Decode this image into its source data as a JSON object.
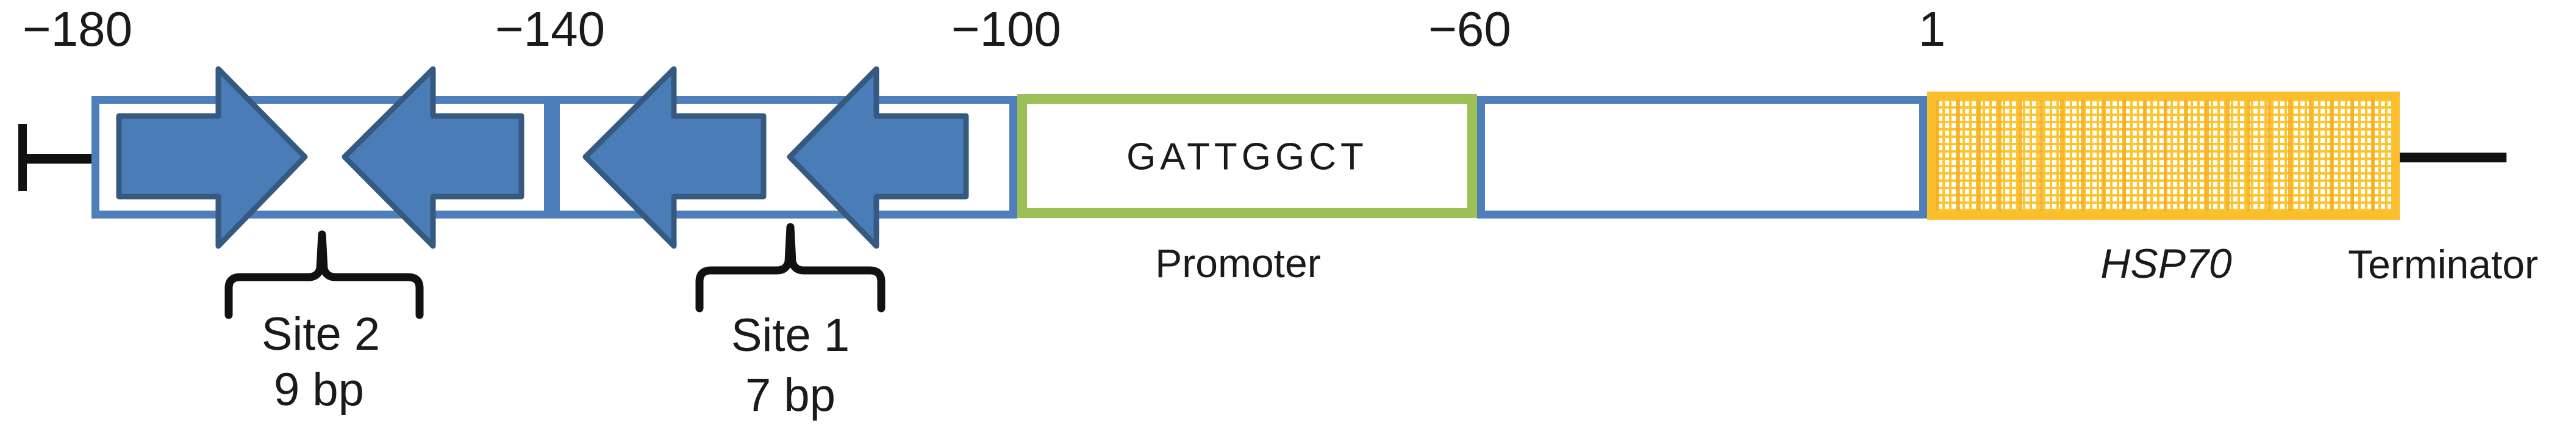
{
  "diagram": {
    "title_context": "Promoter region construct map",
    "position_labels": [
      {
        "text": "−180"
      },
      {
        "text": "−140"
      },
      {
        "text": "−100"
      },
      {
        "text": "−60"
      },
      {
        "text": "1"
      }
    ],
    "promoter": {
      "sequence": "GATTGGCT",
      "label": "Promoter"
    },
    "gene_label": "HSP70",
    "terminator_label": "Terminator",
    "sites": [
      {
        "name": "Site 2",
        "length": "9 bp",
        "arrow_directions": [
          "right",
          "left"
        ]
      },
      {
        "name": "Site 1",
        "length": "7 bp",
        "arrow_directions": [
          "left",
          "left"
        ]
      }
    ],
    "colors": {
      "box_blue": "#4E7FBA",
      "arrow_fill": "#4A7CB8",
      "arrow_outline": "#36597F",
      "promoter_green": "#9CC055",
      "gene_yellow": "#FBBF2D",
      "line_black": "#111111"
    }
  }
}
